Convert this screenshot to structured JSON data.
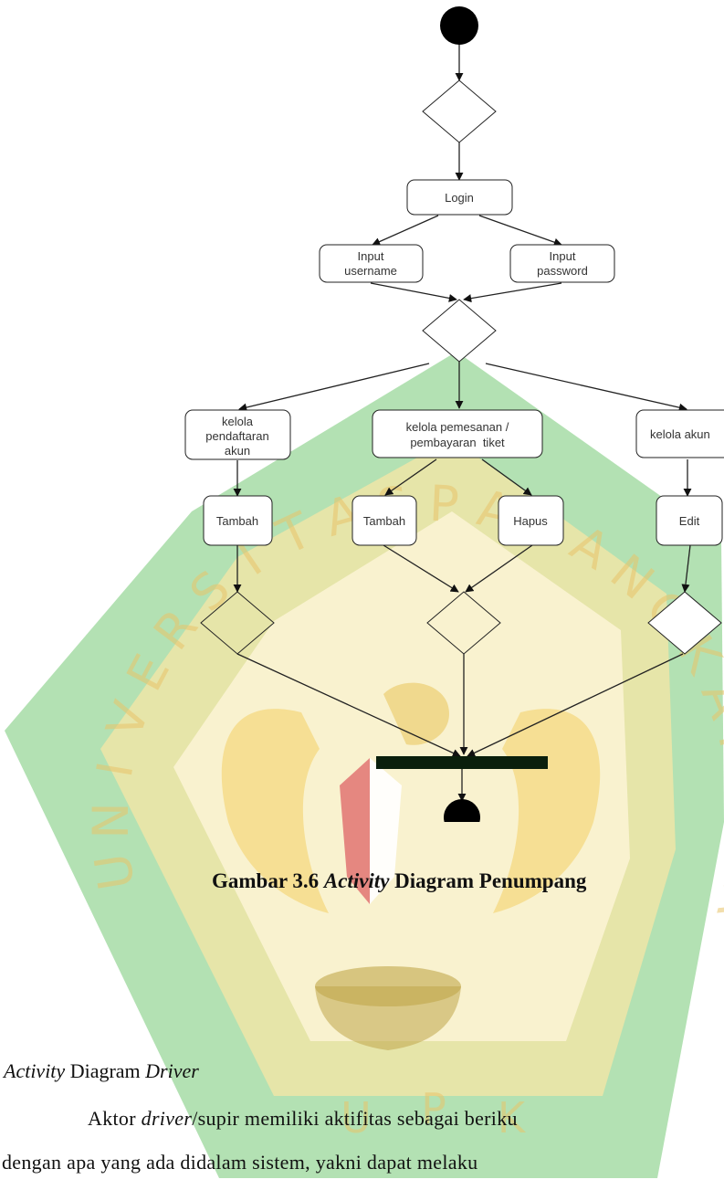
{
  "watermark": {
    "ring_letters": [
      "U",
      "N",
      "I",
      "V",
      "E",
      "R",
      "S",
      "I",
      "T",
      "A",
      "S",
      "P",
      "A",
      "L",
      "A",
      "N",
      "G",
      "K",
      "A",
      "R",
      "A",
      "Y",
      "A"
    ],
    "bottom_letters": [
      "U",
      "P",
      "K"
    ],
    "colors": {
      "green": "#7ec97e",
      "yellow": "#f4d36b",
      "red": "#e07070"
    }
  },
  "diagram": {
    "nodes": {
      "login": "Login",
      "input_username": [
        "Input",
        "username"
      ],
      "input_password": [
        "Input",
        "password"
      ],
      "kelola_pendaftaran": [
        "kelola",
        "pendaftaran",
        "akun"
      ],
      "kelola_pemesanan": [
        "kelola pemesanan /",
        "pembayaran  tiket"
      ],
      "kelola_akun": "kelola akun",
      "tambah_1": "Tambah",
      "tambah_2": "Tambah",
      "hapus": "Hapus",
      "edit": "Edit"
    }
  },
  "caption": {
    "prefix": "Gambar 3.6 ",
    "italic": "Activity",
    "suffix": " Diagram Penumpang"
  },
  "section": {
    "italic1": "Activity",
    "mid": " Diagram ",
    "italic2": "Driver"
  },
  "paragraph": {
    "line1_a": "Aktor ",
    "line1_italic": "driver",
    "line1_b": "/supir memiliki aktifitas sebagai beriku",
    "line2": "dengan apa yang ada didalam sistem, yakni dapat melaku"
  }
}
